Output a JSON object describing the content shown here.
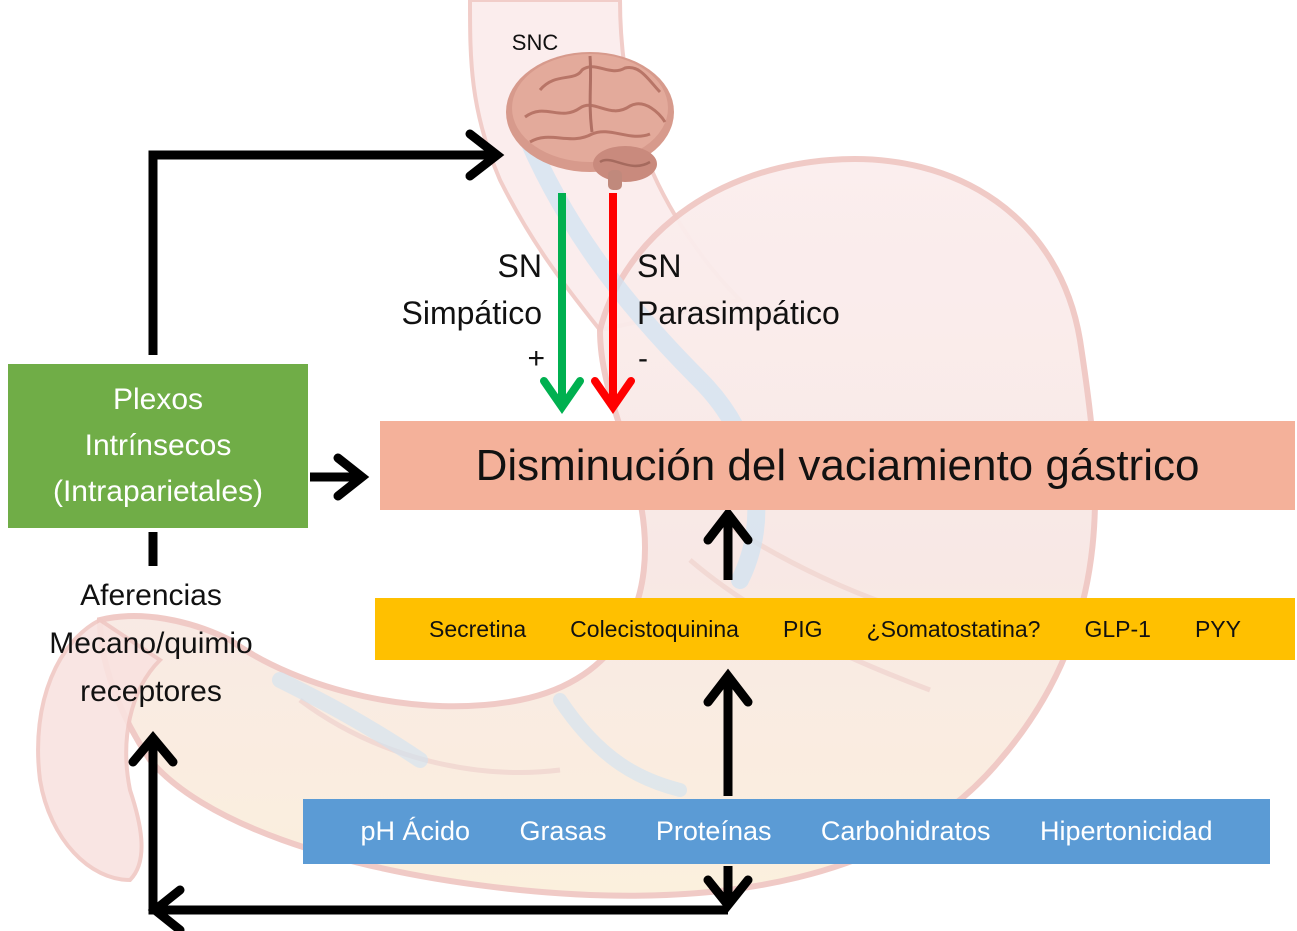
{
  "top_title_partial": "",
  "cns": {
    "label": "SNC"
  },
  "sympathetic": {
    "line1": "SN",
    "line2": "Simpático",
    "sign": "+",
    "color": "#00b050"
  },
  "parasympathetic": {
    "line1": "SN",
    "line2": "Parasimpático",
    "sign": "-",
    "color": "#ff0000"
  },
  "plexus": {
    "line1": "Plexos",
    "line2": "Intrínsecos",
    "line3": "(Intraparietales)",
    "color": "#70ad47"
  },
  "result": {
    "label": "Disminución del vaciamiento gástrico",
    "color": "#f4b19a"
  },
  "hormones": {
    "color": "#ffc000",
    "items": [
      "Secretina",
      "Colecistoquinina",
      "PIG",
      "¿Somatostatina?",
      "GLP-1",
      "PYY"
    ]
  },
  "stimuli": {
    "color": "#5b9bd5",
    "items": [
      "pH Ácido",
      "Grasas",
      "Proteínas",
      "Carbohidratos",
      "Hipertonicidad"
    ]
  },
  "afferents": {
    "line1": "Aferencias",
    "line2": "Mecano/quimio",
    "line3": "receptores"
  },
  "background": {
    "icon": "stomach-illustration-icon",
    "brain_icon": "brain-icon"
  }
}
